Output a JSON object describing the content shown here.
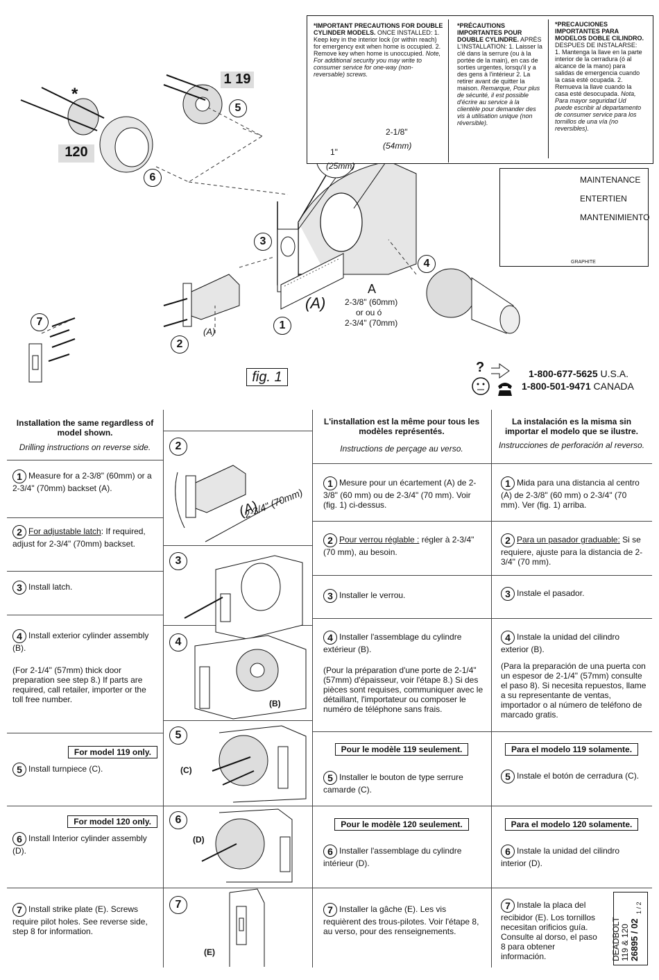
{
  "precautions": {
    "en": {
      "title": "*IMPORTANT PRECAUTIONS FOR DOUBLE CYLINDER MODELS.",
      "body": "ONCE INSTALLED: 1. Keep key in the interior lock (or within reach) for emergency exit when home is occupied. 2. Remove key when home is unoccupied.",
      "note": "Note, For additional security you may write to consumer service for one-way (non-reversable) screws."
    },
    "fr": {
      "title": "*PRÉCAUTIONS IMPORTANTES POUR DOUBLE CYLINDRE.",
      "body": "APRÈS L'INSTALLATION: 1. Laisser la clé dans la serrure (ou à la portée de la main), en cas de sorties urgentes, lorsqu'il y a des gens à l'intérieur 2. La retirer avant de quitter la maison.",
      "note": "Remarque, Pour plus de sécurité, il est possible d'écrire au service à la clientèle pour demander des vis à utilisation unique (non réversible)."
    },
    "es": {
      "title": "*PRECAUCIONES IMPORTANTES PARA MODELOS DOBLE CILINDRO.",
      "body": "DESPUES DE INSTALARSE: 1. Mantenga la llave en la parte interior de la cerradura (ó al alcance de la mano) para salidas de emergencia cuando la casa esté ocupada. 2. Remueva la llave cuando la casa esté desocupada.",
      "note": "Nota, Para mayor seguridad Ud puede escribir al departamento de consumer service para los tornillos de una vía (no reversibles)."
    }
  },
  "maintenance": {
    "labels": [
      "MAINTENANCE",
      "ENTERTIEN",
      "MANTENIMIENTO"
    ],
    "graphite": "GRAPHITE"
  },
  "diagram": {
    "model119": "1 19",
    "model120": "120",
    "star": "*",
    "size1": "1\"",
    "size1mm": "(25mm)",
    "size2": "2-1/8\"",
    "size2mm": "(54mm)",
    "backset_letter": "A",
    "backset_paren": "(A)",
    "backset_60": "2-3/8\" (60mm)",
    "backset_or": "or  ou  ó",
    "backset_70": "2-3/4\" (70mm)",
    "latch_A": "(A)",
    "fig": "fig. 1",
    "steps": [
      "1",
      "2",
      "3",
      "4",
      "5",
      "6",
      "7"
    ]
  },
  "contact": {
    "usa_number": "1-800-677-5625",
    "usa_label": "U.S.A.",
    "ca_number": "1-800-501-9471",
    "ca_label": "CANADA",
    "question": "?"
  },
  "table": {
    "en": {
      "header": "Installation the same regardless of model shown.",
      "subheader": "Drilling instructions on reverse side.",
      "s1": "Measure for a 2-3/8\" (60mm) or a 2-3/4\" (70mm) backset (A).",
      "s2_u": "For adjustable latch",
      "s2": ": If required, adjust for 2-3/4\" (70mm) backset.",
      "s3": "Install latch.",
      "s4": "Install exterior cylinder assembly (B).",
      "s4b": "(For 2-1/4\" (57mm) thick door preparation see step 8.) If parts are required, call retailer, importer or the toll free number.",
      "m119": "For model 119 only.",
      "s5": "Install turnpiece (C).",
      "m120": "For model 120 only.",
      "s6": "Install Interior cylinder assembly (D).",
      "s7": "Install strike plate (E). Screws require pilot holes. See reverse side, step 8 for information."
    },
    "fr": {
      "header": "L'installation est la même pour tous les modèles représentés.",
      "subheader": "Instructions de perçage au verso.",
      "s1": "Mesure pour un écartement (A) de 2-3/8\" (60 mm) ou de 2-3/4\" (70 mm). Voir (fig. 1) ci-dessus.",
      "s2_u": "Pour verrou réglable :",
      "s2": " régler à 2-3/4\" (70 mm), au besoin.",
      "s3": "Installer le verrou.",
      "s4": "Installer l'assemblage du cylindre extérieur (B).",
      "s4b": "(Pour la préparation d'une porte de 2-1/4\" (57mm) d'épaisseur, voir l'étape 8.) Si des pièces sont requises, communiquer avec le détaillant, l'importateur ou composer le numéro de téléphone sans frais.",
      "m119": "Pour le modèle 119 seulement.",
      "s5": "Installer le bouton de type serrure camarde (C).",
      "m120": "Pour le modèle 120 seulement.",
      "s6": "Installer l'assemblage du cylindre intérieur (D).",
      "s7": "Installer la gâche (E). Les vis requièrent des trous-pilotes. Voir l'étape 8, au verso, pour des renseignements."
    },
    "es": {
      "header": "La instalación es la misma sin importar el modelo que se ilustre.",
      "subheader": "Instrucciones de perforación al reverso.",
      "s1": "Mida para una distancia al centro (A) de 2-3/8\" (60 mm) o 2-3/4\" (70 mm). Ver (fig. 1) arriba.",
      "s2_u": "Para un pasador graduable:",
      "s2": " Si se requiere, ajuste para la distancia de 2-3/4\" (70 mm).",
      "s3": "Instale el pasador.",
      "s4": "Instale la unidad del cilindro exterior (B).",
      "s4b": "(Para la preparación de una puerta con un espesor de 2-1/4\" (57mm) consulte el paso 8). Si necesita repuestos, llame a su representante de ventas, importador o al número de teléfono de marcado gratis.",
      "m119": "Para el modelo 119 solamente.",
      "s5": "Instale el botón de cerradura (C).",
      "m120": "Para el modelo 120 solamente.",
      "s6": "Instale la unidad del cilindro interior (D).",
      "s7": "Instale la placa del recibidor (E). Los tornillos necesitan orificios guía. Consulte al dorso, el paso 8 para obtener información."
    },
    "pics": {
      "s2_A": "(A)",
      "s2_dim": "2-3/4\" (70mm)",
      "s4_B": "(B)",
      "s5_C": "(C)",
      "s6_D": "(D)",
      "s7_E": "(E)"
    }
  },
  "footer": {
    "product": "DEADBOLT",
    "models": "119 & 120",
    "code": "26895 / 02",
    "page": "1 / 2"
  }
}
